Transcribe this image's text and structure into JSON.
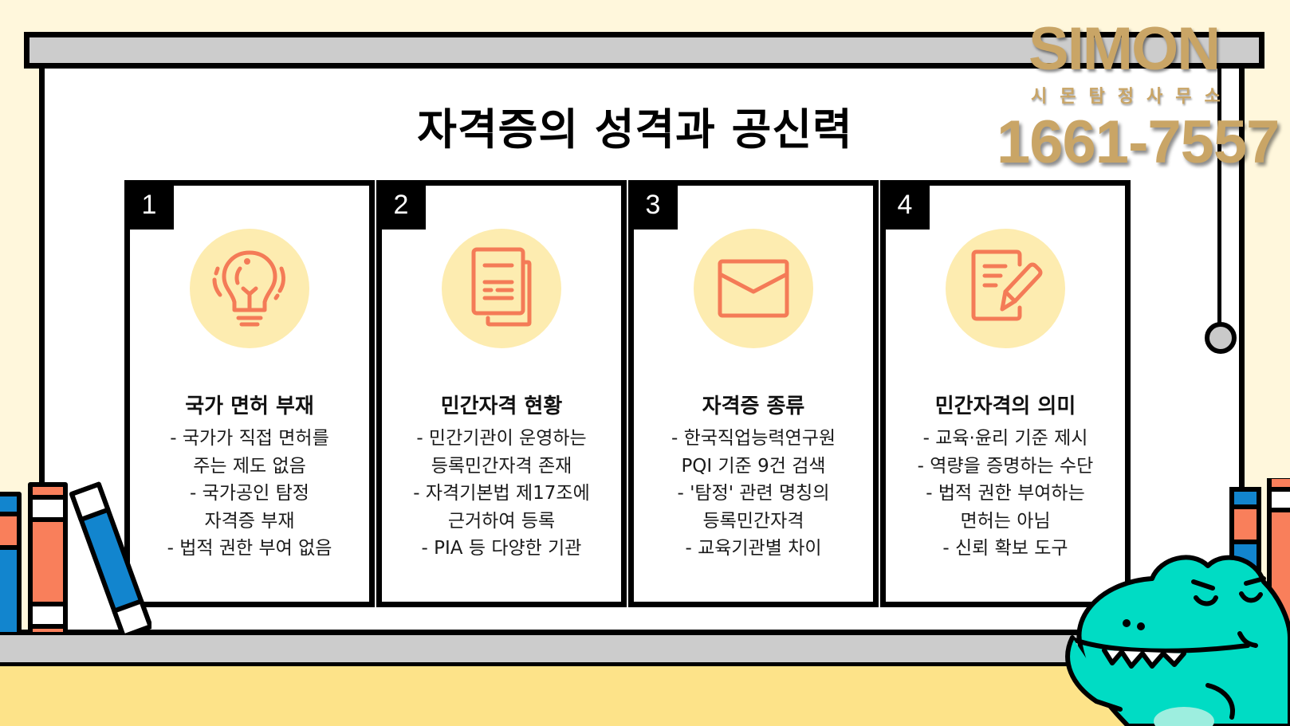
{
  "slide": {
    "title": "자격증의 성격과 공신력"
  },
  "logo": {
    "brand": "SIMON",
    "subtitle": "시몬탐정사무소",
    "phone": "1661-7557"
  },
  "colors": {
    "background": "#FFF7DC",
    "floor": "#FDE389",
    "screen_bar": "#CCCCCC",
    "icon_circle": "#FDECB0",
    "icon_stroke": "#F47B57",
    "book_blue": "#1285CE",
    "book_orange": "#F97F5B",
    "mascot": "#00DCC4",
    "logo_gold": "#C9A566"
  },
  "cards": [
    {
      "number": "1",
      "icon": "lightbulb-icon",
      "heading": "국가 면허 부재",
      "lines": [
        "- 국가가 직접 면허를",
        "주는 제도 없음",
        "- 국가공인 탐정",
        "자격증 부재",
        "- 법적 권한 부여 없음"
      ]
    },
    {
      "number": "2",
      "icon": "documents-icon",
      "heading": "민간자격 현황",
      "lines": [
        "- 민간기관이 운영하는",
        "등록민간자격 존재",
        "- 자격기본법 제17조에",
        "근거하여 등록",
        "- PIA 등 다양한 기관"
      ]
    },
    {
      "number": "3",
      "icon": "envelope-icon",
      "heading": "자격증 종류",
      "lines": [
        "- 한국직업능력연구원",
        "PQI 기준 9건 검색",
        "- '탐정' 관련 명칭의",
        "등록민간자격",
        "- 교육기관별 차이"
      ]
    },
    {
      "number": "4",
      "icon": "edit-document-icon",
      "heading": "민간자격의 의미",
      "lines": [
        "- 교육·윤리 기준 제시",
        "- 역량을 증명하는 수단",
        "- 법적 권한 부여하는",
        "면허는 아님",
        "- 신뢰 확보 도구"
      ]
    }
  ]
}
